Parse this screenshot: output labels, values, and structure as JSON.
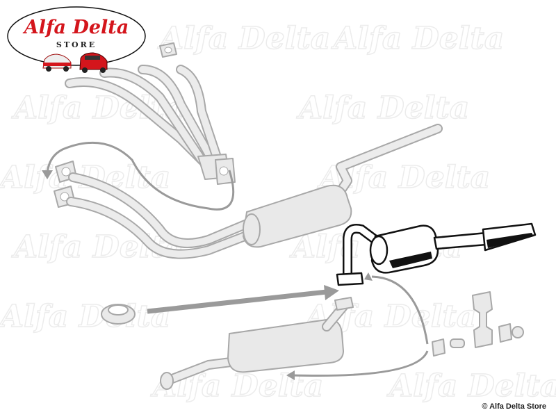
{
  "logo": {
    "brand": "Alfa Delta",
    "subtitle": "STORE"
  },
  "watermark": "Alfa Delta",
  "copyright": "© Alfa Delta Store",
  "colors": {
    "brand_red": "#d4151c",
    "part_gray": "#a8a8a8",
    "highlight": "#111111",
    "arrow": "#9a9a9a"
  }
}
